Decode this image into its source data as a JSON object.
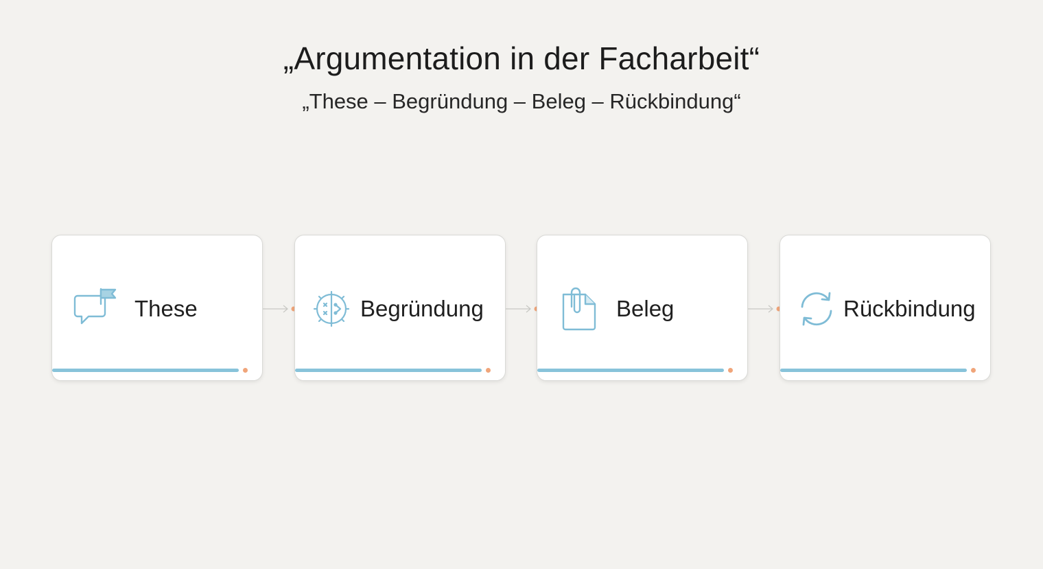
{
  "header": {
    "title": "„Argumentation in der Facharbeit“",
    "subtitle": "„These – Begründung – Beleg – Rückbindung“"
  },
  "steps": [
    {
      "label": "These",
      "icon": "speech-bubble-flag-icon"
    },
    {
      "label": "Begründung",
      "icon": "gear-brain-icon"
    },
    {
      "label": "Beleg",
      "icon": "document-paperclip-icon"
    },
    {
      "label": "Rückbindung",
      "icon": "cycle-arrows-icon"
    }
  ],
  "colors": {
    "accent_blue": "#88c3da",
    "accent_orange": "#f0a57a",
    "background": "#f3f2ef"
  }
}
